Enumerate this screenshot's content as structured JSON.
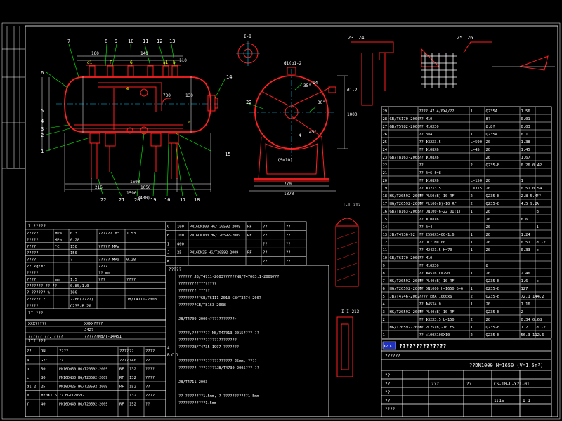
{
  "drawing": {
    "plan_labels": [
      "7",
      "8",
      "9",
      "10",
      "11",
      "12",
      "13",
      "6",
      "5",
      "4",
      "3",
      "2",
      "1",
      "22",
      "21",
      "20",
      "19",
      "16",
      "17",
      "18",
      "15",
      "14"
    ],
    "plan_dims": [
      "160",
      "140",
      "1600",
      "110",
      "215",
      "1050",
      "1590",
      "(3430)",
      "730",
      "130"
    ],
    "nozzle_tags": [
      "d1",
      "F",
      "G",
      "a1",
      "b",
      "e",
      "c"
    ],
    "section_labels": [
      "d1(b1-2",
      "35°",
      "30°",
      "22",
      "45°",
      "4",
      "14",
      "(S=10)",
      "1370",
      "1000",
      "770",
      "d1-2"
    ],
    "section_title": "I-I",
    "detail_labels": [
      "23",
      "24",
      "25",
      "26"
    ],
    "small_section_a": "I-I 212",
    "small_section_b": "I-I 213"
  },
  "parts_table": {
    "rows": [
      [
        "29",
        "",
        "???? 47.4/0X4/??",
        "1",
        "Q235A",
        "1.56",
        ""
      ],
      [
        "28",
        "GB/T6170-2000",
        "?? M10",
        "",
        "8?",
        "0.01",
        ""
      ],
      [
        "27",
        "GB/T5782-2000",
        "?? M10X30",
        "",
        "8.8?",
        "0.03",
        ""
      ],
      [
        "26",
        "",
        "?? δ=4",
        "1",
        "Q235A",
        "0.1",
        ""
      ],
      [
        "25",
        "",
        "?? Φ32X3.5",
        "L=590",
        "20",
        "1.38",
        ""
      ],
      [
        "24",
        "",
        "?? Φ108X6",
        "L=45",
        "20",
        "1.45",
        ""
      ],
      [
        "23",
        "GB/T8163-2008",
        "?? Φ108X6",
        "",
        "20",
        "1.67",
        ""
      ],
      [
        "22",
        "",
        "??",
        "2",
        "Q235-B",
        "0.26 0.42",
        ""
      ],
      [
        "21",
        "",
        "?? δ=6 δ=8",
        "",
        "",
        "",
        ""
      ],
      [
        "20",
        "",
        "?? Φ108X6",
        "L=150",
        "20",
        "1",
        ""
      ],
      [
        "19",
        "",
        "?? Φ32X3.5",
        "L=315",
        "20",
        "0.51 0.54",
        ""
      ],
      [
        "18",
        "HG/T20592-2009",
        "?? PL50(B)-10 RF",
        "2",
        "Q235-B",
        "2.8 5.4",
        "??"
      ],
      [
        "17",
        "HG/T20592-2009",
        "?? PL100(B)-10 RF",
        "2",
        "Q235-B",
        "4.5 9.2",
        "A"
      ],
      [
        "16",
        "GB/T8163-2008",
        "?? DN100-6-22 DI(1)",
        "1",
        "20",
        "",
        "B"
      ],
      [
        "15",
        "",
        "?? Φ108X6",
        "",
        "20",
        "6.6",
        ""
      ],
      [
        "14",
        "",
        "?? δ=4",
        "",
        "20",
        "",
        "1"
      ],
      [
        "13",
        "JB/T4736-92",
        "?? 2550X1400-1.6",
        "1",
        "20",
        "1.24",
        ""
      ],
      [
        "12",
        "",
        "?? DC\" H=100",
        "1",
        "20",
        "0.51",
        "d1-2"
      ],
      [
        "11",
        "",
        "?? M24X1.5 H=70",
        "1",
        "20",
        "0.33",
        "e"
      ],
      [
        "10",
        "GB/T6170-2000",
        "?? M10",
        "",
        "",
        "",
        ""
      ],
      [
        "9",
        "",
        "?? M10X30",
        "",
        "8",
        "",
        ""
      ],
      [
        "8",
        "",
        "?? Φ45X6 L=290",
        "1",
        "20",
        "2.46",
        ""
      ],
      [
        "7",
        "HG/T20592-2009",
        "?? PL40(B)-10 RF",
        "",
        "Q235-B",
        "1.6",
        "c"
      ],
      [
        "6",
        "HG/T20592-2009",
        "?? DN1000 H=1650 δ=6",
        "1",
        "Q235-B",
        "127",
        ""
      ],
      [
        "5",
        "JB/T4746-2002",
        "???? EHA 1000x6",
        "2",
        "Q235-B",
        "72.1 144.2",
        ""
      ],
      [
        "4",
        "",
        "?? Φ45X4.0",
        "1",
        "20",
        "7.16",
        ""
      ],
      [
        "3",
        "HG/T20592-2009",
        "?? PL40(B)-10 RF",
        "",
        "Q235-B",
        "2",
        ""
      ],
      [
        "2",
        "",
        "?? Φ32X3.5 L=150",
        "2",
        "20",
        "0.34 0.68",
        ""
      ],
      [
        "1",
        "HG/T20592-2009",
        "?? PL25(B)-10 FS",
        "1",
        "Q235-B",
        "1.2",
        "d1-2"
      ],
      [
        "1",
        "",
        "?? ∠100X100X10",
        "2",
        "Q235-B",
        "56.3 112.6",
        ""
      ]
    ],
    "header": [
      "??",
      "??",
      "?? ?? ??",
      "??",
      "??",
      "?? ??",
      "??"
    ]
  },
  "title_block": {
    "company": "??????????????",
    "logo_text": "XPCK",
    "drawing_title": "??DN1000 H=1650 (V=1.5m³)",
    "drawing_no": "CS-10-L-Y21-01",
    "scale": "1:15",
    "sheet": "1  1",
    "row_labels": [
      "??????",
      "??",
      "??",
      "??",
      "??",
      "????",
      "??"
    ],
    "note_code": "???"
  },
  "design_table": {
    "title": "I ?????",
    "rows": [
      [
        "?????",
        "MPa",
        "0.3",
        "?????? m²",
        "1.53"
      ],
      [
        "?????",
        "MPa",
        "0.28",
        "",
        ""
      ],
      [
        "????",
        "°C",
        "150",
        "????? MPa",
        ""
      ],
      [
        "?????",
        "",
        "150",
        "",
        ""
      ],
      [
        "????",
        "",
        "?",
        "????? MPa",
        "0.28"
      ],
      [
        "?? kg/m³",
        "",
        "",
        "????",
        ""
      ],
      [
        "?????",
        "",
        "",
        "?? mm",
        ""
      ],
      [
        "????",
        "mm",
        "1.5",
        "???",
        "????"
      ],
      [
        "??????? ?? ??",
        "",
        "0.85/1.0",
        "",
        ""
      ],
      [
        "? ?????? %",
        "",
        "100",
        "",
        ""
      ],
      [
        "?????? ?",
        "",
        "2280(????)",
        "",
        "JB/T4711-2003"
      ],
      [
        "?????",
        "",
        "Q235-B 20",
        "",
        ""
      ]
    ],
    "sub_title": "II ???",
    "sub_rows": [
      [
        "XXX?????",
        "XXXX????"
      ],
      [
        "",
        "J427"
      ],
      [
        "?????? ??, ????",
        "??????NB/T-14451"
      ]
    ],
    "nozzle_title": "III ???"
  },
  "nozzle_table": {
    "header": [
      "??",
      "DN",
      "????",
      "????",
      "??",
      "????"
    ],
    "rows": [
      [
        "a",
        "G2\"",
        "??",
        "????",
        "140",
        "??"
      ],
      [
        "b",
        "50",
        "PN16DN50 HG/T20592-2009",
        "RF",
        "132",
        "????"
      ],
      [
        "c",
        "80",
        "PN16DN80 HG/T20592-2009",
        "RF",
        "132",
        "????"
      ],
      [
        "d1-2",
        "25",
        "PN16DN25 HG/T20592-2009",
        "RF",
        "152",
        "??"
      ],
      [
        "e",
        "M20X1.5",
        "?? HG/T20592",
        "",
        "132",
        "????"
      ],
      [
        "f",
        "40",
        "PN16DN40 HG/T20592-2009",
        "RF",
        "152",
        "??"
      ]
    ]
  },
  "nozzle_table2": {
    "rows": [
      [
        "G",
        "100",
        "PN16DN100 HG/T20592-2009",
        "RF",
        "??",
        "??"
      ],
      [
        "H",
        "100",
        "PN16DN100 HG/T20592-2009",
        "RF",
        "??",
        "??"
      ],
      [
        "I",
        "400",
        "",
        "",
        "??",
        "??"
      ],
      [
        "J",
        "25",
        "PN16DN25 HG/T20592-2009",
        "RF",
        "??",
        "??"
      ],
      [
        "K",
        "",
        "",
        "",
        "??",
        "??"
      ]
    ]
  },
  "notes": {
    "title": "?????",
    "lines": [
      "?????? JB/T4711-2003??????NB/T47003.1-2009???",
      "?????????????????",
      "????????  ?????",
      "??????????GB/T6111-2013 GB/T3274-2007",
      "????????GB/T8163-2008",
      "",
      "JB/T4709-2000<???????????>",
      "",
      "?????,???????? NB/T47013-2015???? ??",
      "??????????????????????????",
      "??????JB/T4735-1997 ???????",
      "",
      "???????????????????????? 25mm, ????",
      "???????? ????????JB/T4730-2005??? ??",
      "",
      "JB/T4711-2003",
      "",
      "?? ????????1.5mm, ? ???????????1.5mm",
      "????????????1.5mm"
    ],
    "side_labels": [
      "A",
      "B",
      "C",
      "D"
    ]
  }
}
